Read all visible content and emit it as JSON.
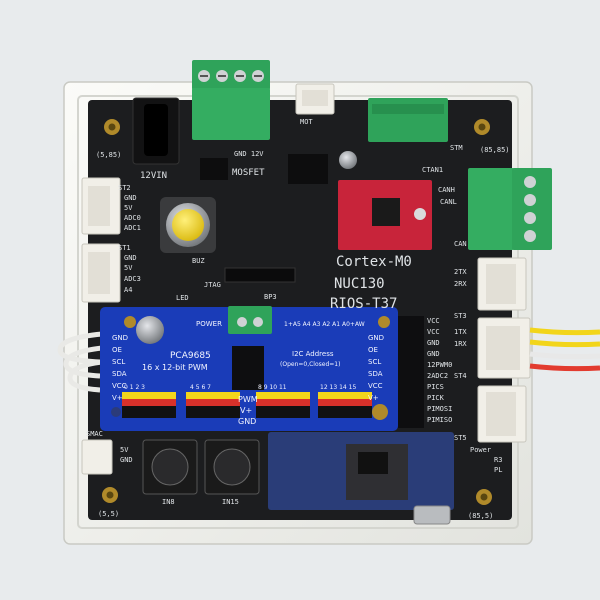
{
  "board": {
    "name": "Cortex-M0",
    "chip": "NUC130",
    "model": "RIOS-T37",
    "corners": [
      "(5,85)",
      "(85,85)",
      "(5,5)",
      "(85,5)"
    ],
    "power_in": "12VIN",
    "mosfet": "MOSFET",
    "gnd12v": "GND 12V",
    "jtag": "JTAG",
    "led": "LED",
    "buz": "BUZ",
    "st1": "ST1",
    "st2": "ST2",
    "st3": "ST3",
    "st4": "ST4",
    "st5": "ST5",
    "can": "CAN",
    "canh": "CANH",
    "canl": "CANL",
    "ctan1": "CTAN1",
    "mot": "MOT",
    "stm": "STM",
    "bp3": "BP3",
    "power": "Power",
    "pl": "PL",
    "r3": "R3",
    "in8": "IN8",
    "in15": "IN15",
    "left_header_top": [
      "GND",
      "5V",
      "ADC0",
      "ADC1"
    ],
    "left_header_bottom": [
      "GND",
      "5V",
      "ADC3",
      "A4"
    ],
    "right_pins": [
      "VCC",
      "VCC",
      "GND",
      "GND",
      "12PWM0",
      "2ADC2",
      "PICS",
      "PICK",
      "PIMOSI",
      "PIMISO"
    ],
    "uart_pins": [
      "2TX",
      "2RX",
      "1TX",
      "1RX"
    ],
    "smac": [
      "SMAC",
      "5V",
      "GND"
    ]
  },
  "pca": {
    "title": "PCA9685",
    "subtitle": "16 x 12-bit PWM",
    "power": "POWER",
    "addr": "I2C Address",
    "addr2": "(Open=0,Closed=1)",
    "addr_bits": "1+A5 A4 A3 A2 A1 A0+AW",
    "left_pins": [
      "GND",
      "OE",
      "SCL",
      "SDA",
      "VCC",
      "V+"
    ],
    "right_pins": [
      "GND",
      "OE",
      "SCL",
      "SDA",
      "VCC",
      "V+"
    ],
    "ch_left": "0 1 2 3",
    "ch_mid": "4 5 6 7",
    "ch_right1": "8 9 10 11",
    "ch_right2": "12 13 14 15",
    "pwm": "PWM",
    "vplus": "V+",
    "gnd": "GND"
  },
  "colors": {
    "frame": "#f4f4f0",
    "pcb": "#1c1d1f",
    "pca": "#1a3cb8",
    "terminal": "#2fa35a",
    "stepper": "#c8243a",
    "jst": "#f1efe8",
    "ble": "#2a3d78",
    "cap_button": "#f0d21c"
  }
}
